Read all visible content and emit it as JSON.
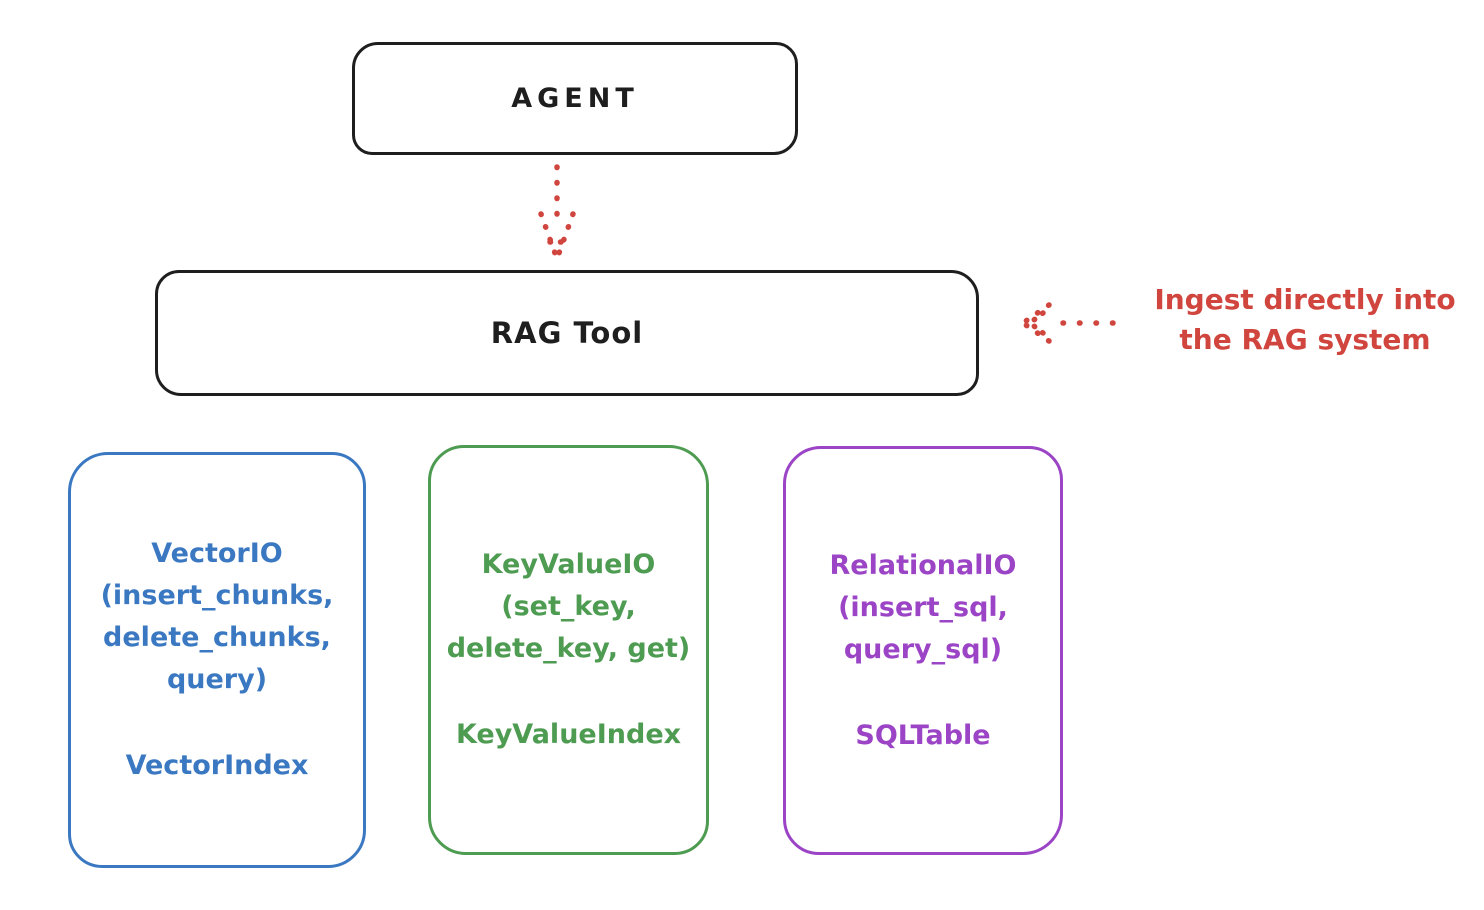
{
  "colors": {
    "black": "#1e1e1e",
    "red": "#d0463e",
    "blue": "#3b78c2",
    "green": "#4e9b52",
    "purple": "#9b44c6",
    "background": "#ffffff"
  },
  "nodes": {
    "agent": {
      "label": "AGENT"
    },
    "rag_tool": {
      "label": "RAG Tool"
    }
  },
  "annotation": {
    "line1": "Ingest directly into",
    "line2": "the RAG system"
  },
  "backends": [
    {
      "name": "VectorIO",
      "methods": "(insert_chunks,\ndelete_chunks,\nquery)",
      "index": "VectorIndex",
      "color": "#3b78c2"
    },
    {
      "name": "KeyValueIO",
      "methods": "(set_key,\ndelete_key, get)",
      "index": "KeyValueIndex",
      "color": "#4e9b52"
    },
    {
      "name": "RelationalIO",
      "methods": "(insert_sql,\nquery_sql)",
      "index": "SQLTable",
      "color": "#9b44c6"
    }
  ]
}
